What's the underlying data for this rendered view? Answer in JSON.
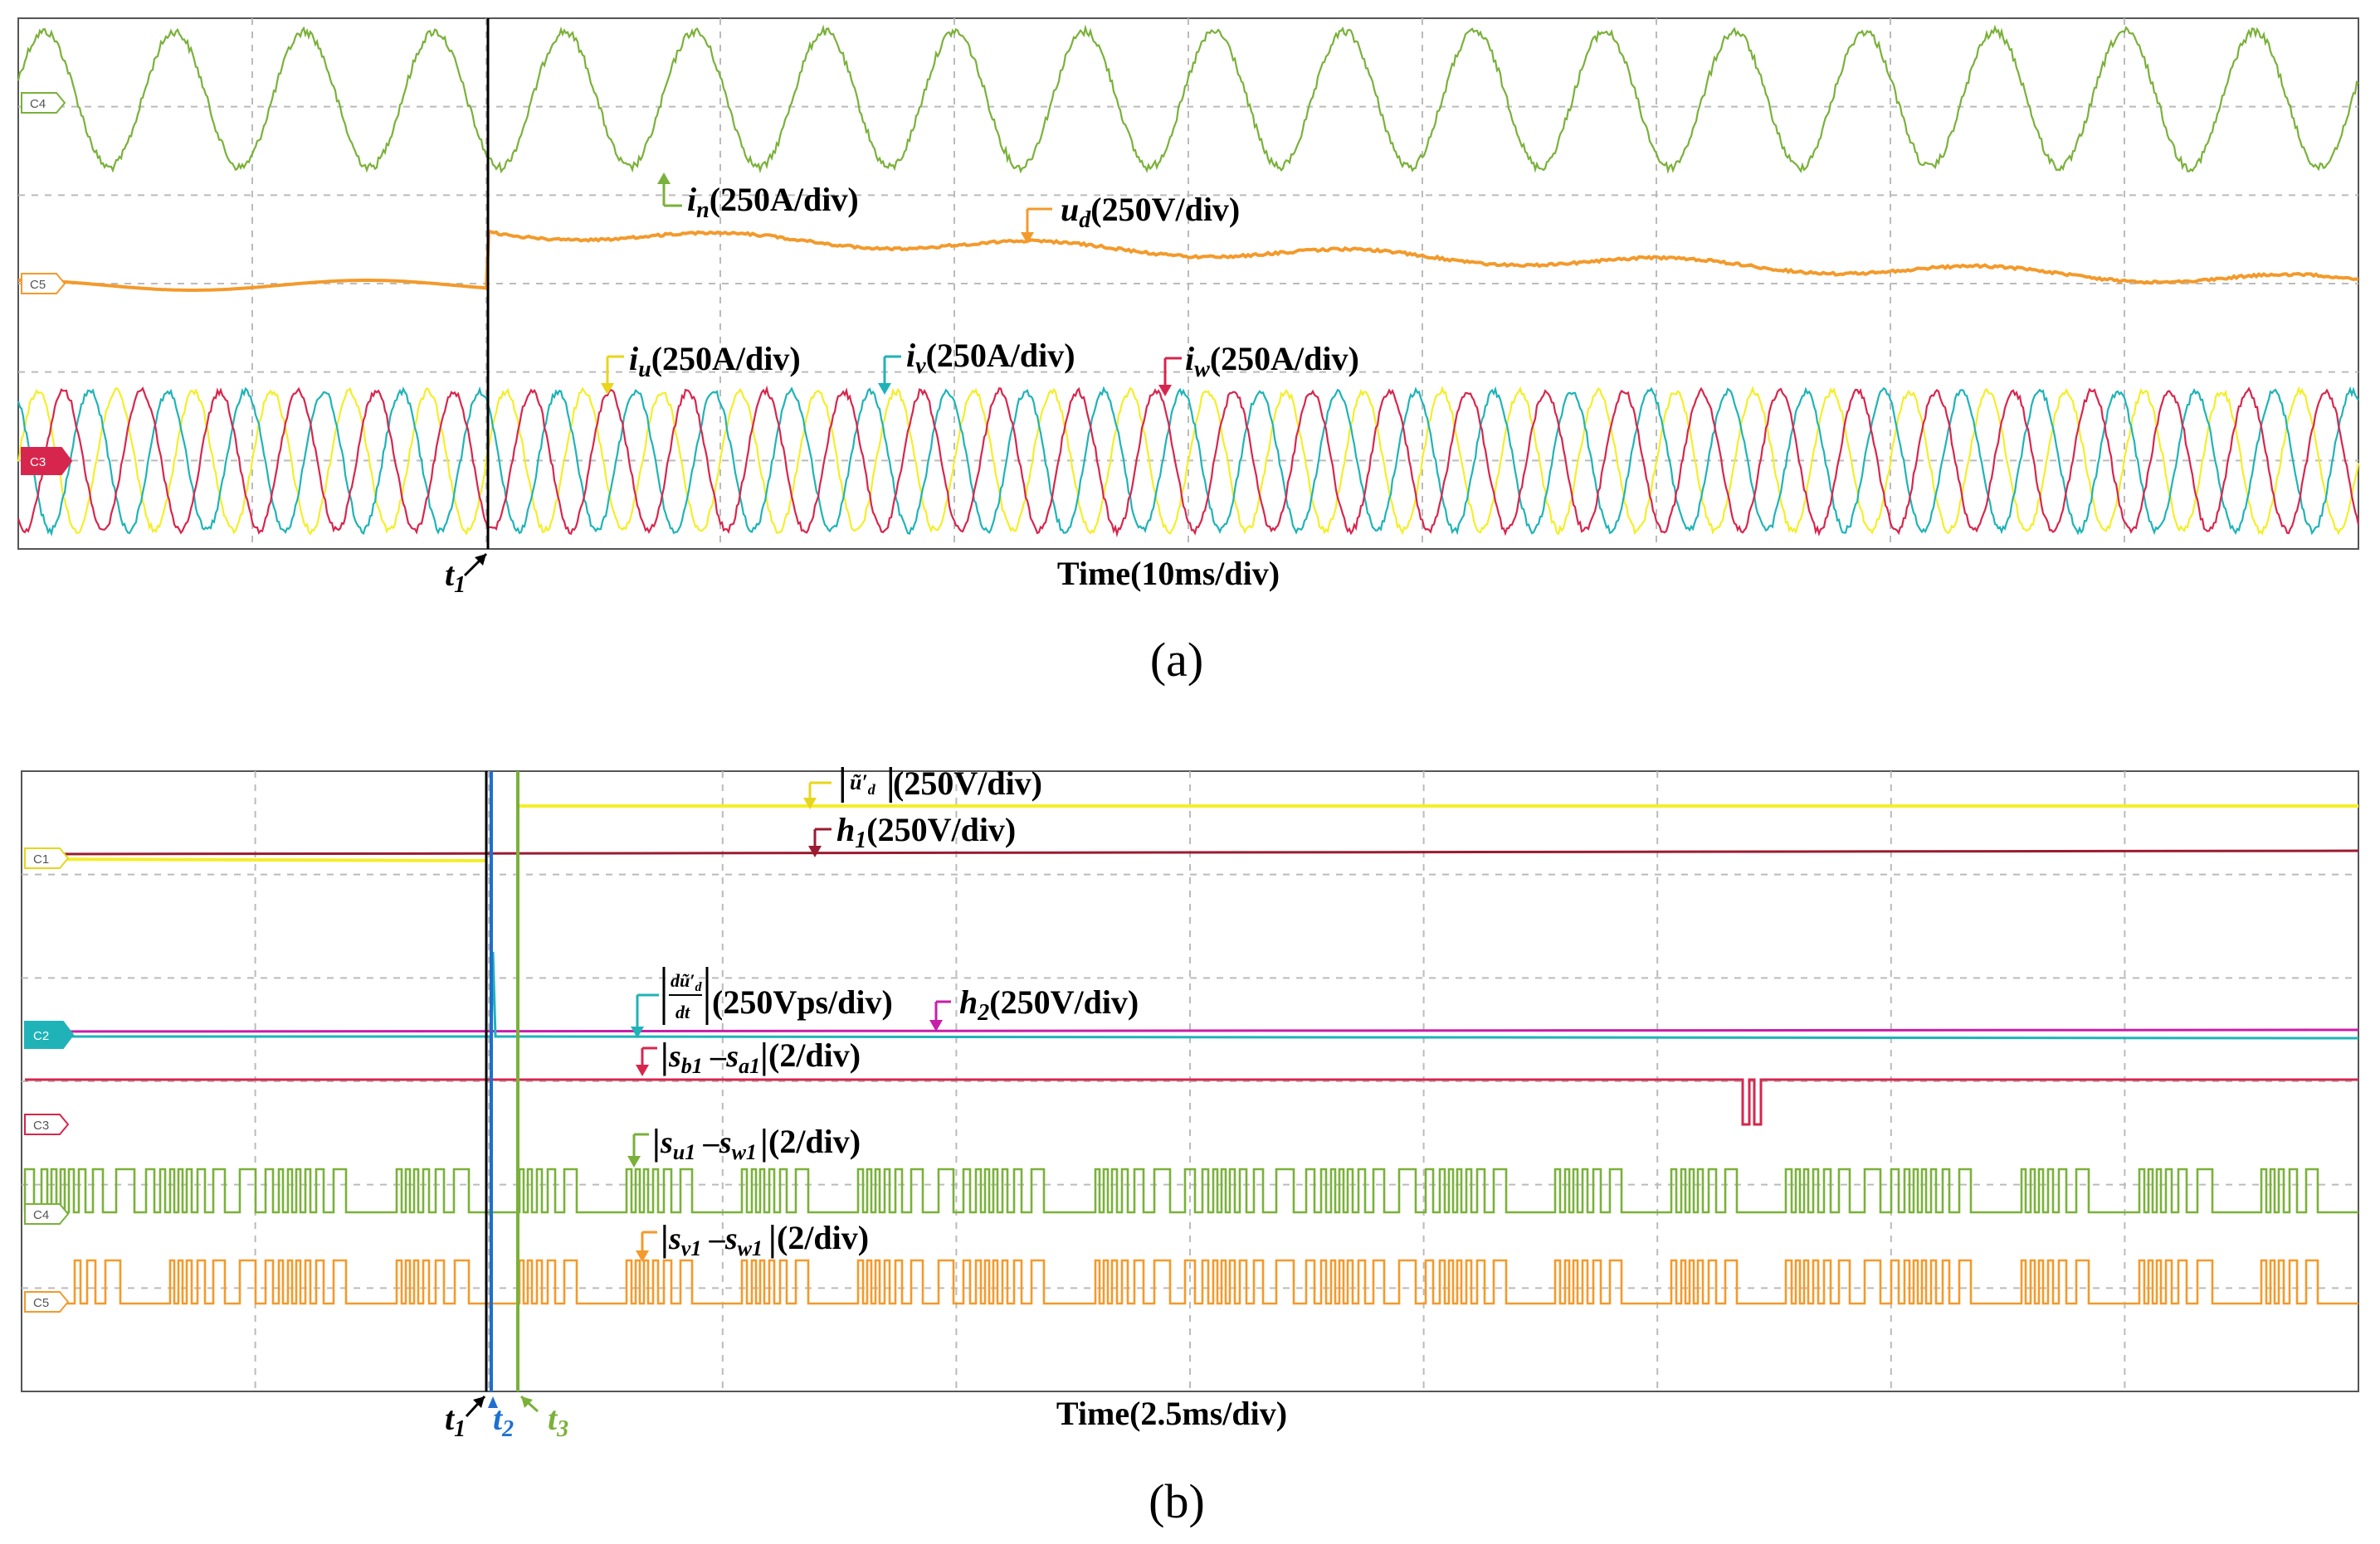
{
  "chart_data": [
    {
      "type": "line",
      "panel": "(a)",
      "xlabel": "Time(10ms/div)",
      "x_divisions": 10,
      "marker": "t1",
      "series": [
        {
          "name": "in(250A/div)",
          "label_main": "i",
          "label_sub": "n",
          "label_rest": "(250A/div)",
          "channel": "C4",
          "color": "#7ab13a",
          "waveform": "sine",
          "cycles": 18
        },
        {
          "name": "ud(250V/div)",
          "label_main": "u",
          "label_sub": "d",
          "label_rest": "(250V/div)",
          "channel": "C5",
          "color": "#f39a2b",
          "waveform": "dc-ripple"
        },
        {
          "name": "iu(250A/div)",
          "label_main": "i",
          "label_sub": "u",
          "label_rest": "(250A/div)",
          "channel": "C3",
          "color": "#f4ee2a",
          "waveform": "sine",
          "cycles": 30
        },
        {
          "name": "iv(250A/div)",
          "label_main": "i",
          "label_sub": "v",
          "label_rest": "(250A/div)",
          "channel": "C3",
          "color": "#1fb3b8",
          "waveform": "sine",
          "cycles": 30
        },
        {
          "name": "iw(250A/div)",
          "label_main": "i",
          "label_sub": "w",
          "label_rest": "(250A/div)",
          "channel": "C3",
          "color": "#d7264d",
          "waveform": "sine",
          "cycles": 30
        }
      ]
    },
    {
      "type": "line",
      "panel": "(b)",
      "xlabel": "Time(2.5ms/div)",
      "x_divisions": 10,
      "markers": [
        "t1",
        "t2",
        "t3"
      ],
      "series": [
        {
          "name": "|ũ'd|(250V/div)",
          "label_rest": "(250V/div)",
          "channel": "C1",
          "color": "#f4ee2a",
          "waveform": "step"
        },
        {
          "name": "h1(250V/div)",
          "label_main": "h",
          "label_sub": "1",
          "label_rest": "(250V/div)",
          "channel": "C1",
          "color": "#9b1b30",
          "waveform": "dc"
        },
        {
          "name": "|dũ'd/dt|(250Vps/div)",
          "label_rest": "(250Vps/div)",
          "channel": "C2",
          "color": "#1fb3b8",
          "waveform": "dc"
        },
        {
          "name": "h2(250V/div)",
          "label_main": "h",
          "label_sub": "2",
          "label_rest": "(250V/div)",
          "channel": "C2",
          "color": "#c81ea8",
          "waveform": "dc"
        },
        {
          "name": "|sb1−sa1|(2/div)",
          "label_rest": "(2/div)",
          "channel": "C3",
          "color": "#d7264d",
          "waveform": "dc"
        },
        {
          "name": "|su1−sw1|(2/div)",
          "label_rest": "(2/div)",
          "channel": "C4",
          "color": "#7ab13a",
          "waveform": "pwm"
        },
        {
          "name": "|sv1−sw1|(2/div)",
          "label_rest": "(2/div)",
          "channel": "C5",
          "color": "#f39a2b",
          "waveform": "pwm"
        }
      ]
    }
  ],
  "captions": {
    "a": "(a)",
    "b": "(b)"
  },
  "channels": {
    "c1": "C1",
    "c2": "C2",
    "c3": "C3",
    "c4": "C4",
    "c5": "C5"
  },
  "text": {
    "paren_250A": "(250A/div)",
    "paren_250V": "(250V/div)",
    "paren_250Vps": "(250Vps/div)",
    "paren_2div": "(2/div)",
    "t": "t",
    "sub1": "1",
    "sub2": "2",
    "sub3": "3"
  }
}
